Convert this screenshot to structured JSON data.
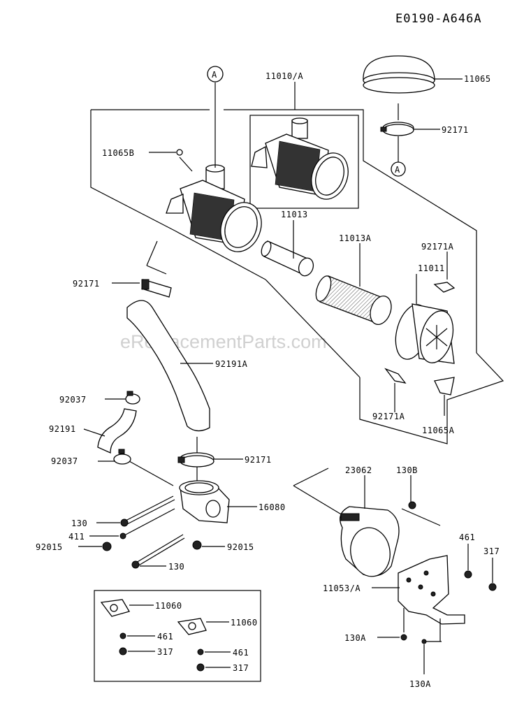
{
  "diagram_code": "E0190-A646A",
  "watermark": "eReplacementParts.com",
  "callout_symbol": "A",
  "labels": {
    "top_assembly": "11010/A",
    "cover_11065": "11065",
    "clamp_92171_top": "92171",
    "plug_11065b": "11065B",
    "element_11013": "11013",
    "element_11013a": "11013A",
    "clip_92171a_top": "92171A",
    "cap_11011": "11011",
    "clamp_92171_left": "92171",
    "hose_92191a": "92191A",
    "clamp_92037_a": "92037",
    "hose_92191": "92191",
    "clamp_92037_b": "92037",
    "clamp_92171_mid": "92171",
    "clip_92171a_bottom": "92171A",
    "valve_11065a": "11065A",
    "gasket_23062": "23062",
    "bolt_130b": "130B",
    "elbow_16080": "16080",
    "bolt_130_a": "130",
    "washer_411": "411",
    "nut_92015_left": "92015",
    "nut_92015_right": "92015",
    "bolt_130_b": "130",
    "washer_461_right": "461",
    "nut_317_right": "317",
    "bracket_11053": "11053/A",
    "bolt_130a_a": "130A",
    "bolt_130a_b": "130A",
    "gasket_11060_a": "11060",
    "gasket_11060_b": "11060",
    "washer_461_inset_a": "461",
    "nut_317_inset_a": "317",
    "washer_461_inset_b": "461",
    "nut_317_inset_b": "317"
  }
}
